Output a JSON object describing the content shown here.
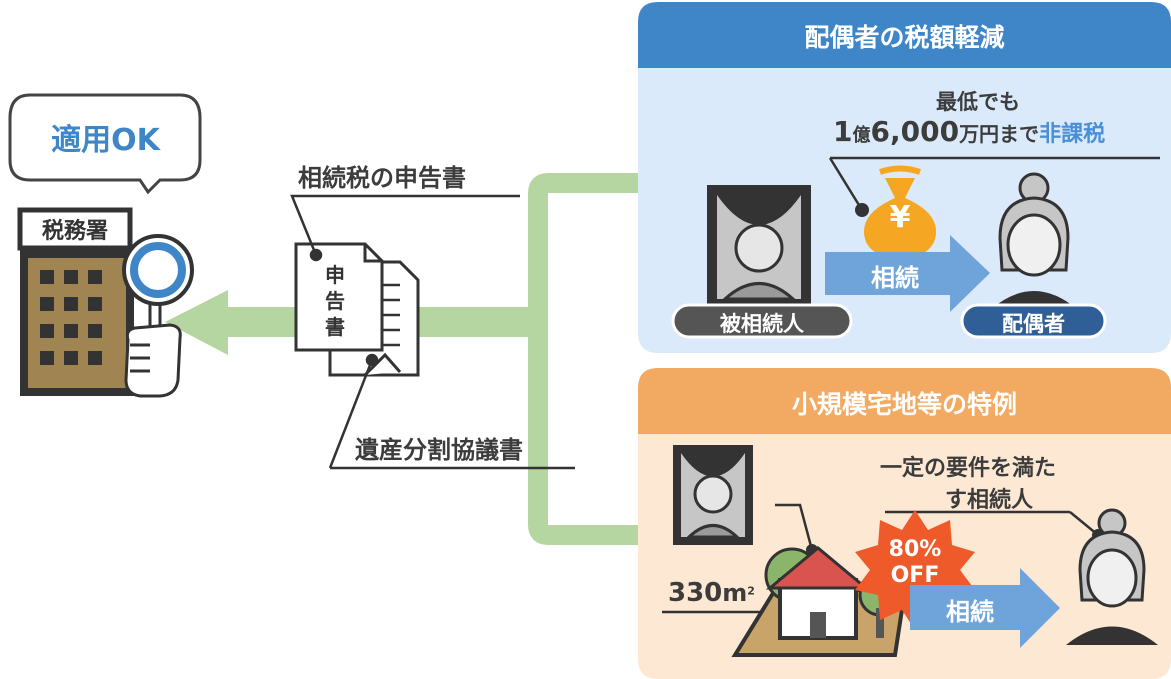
{
  "speech_bubble": {
    "text": "適用OK"
  },
  "tax_office": {
    "sign": "税務署"
  },
  "documents": {
    "tax_return_label": "相続税の申告書",
    "tax_return_doc_text": "申告書",
    "division_agreement_label": "遺産分割協議書"
  },
  "spouse_panel": {
    "title": "配偶者の税額軽減",
    "min_line1": "最低でも",
    "amount_prefix": "1",
    "amount_oku": "億",
    "amount_number": "6,000",
    "amount_suffix": "万円まで",
    "amount_highlight": "非課税",
    "money_bag_symbol": "¥",
    "arrow_label": "相続",
    "deceased_label": "被相続人",
    "spouse_label": "配偶者"
  },
  "land_panel": {
    "title": "小規模宅地等の特例",
    "heir_line1": "一定の要件を満た",
    "heir_line2": "す相続人",
    "area_value": "330",
    "area_unit": "m",
    "area_unit_sup": "2",
    "discount_line1": "80%",
    "discount_line2": "OFF",
    "arrow_label": "相続"
  },
  "colors": {
    "blue_header": "#3f86c8",
    "blue_panel": "#dbeafa",
    "orange_header": "#f2aa63",
    "orange_panel": "#fde8d4",
    "green_connector": "#b5d6a1",
    "arrow_blue": "#6fa4da",
    "badge_red": "#ee5a2a",
    "building_brown": "#a08452",
    "dark": "#333333"
  }
}
